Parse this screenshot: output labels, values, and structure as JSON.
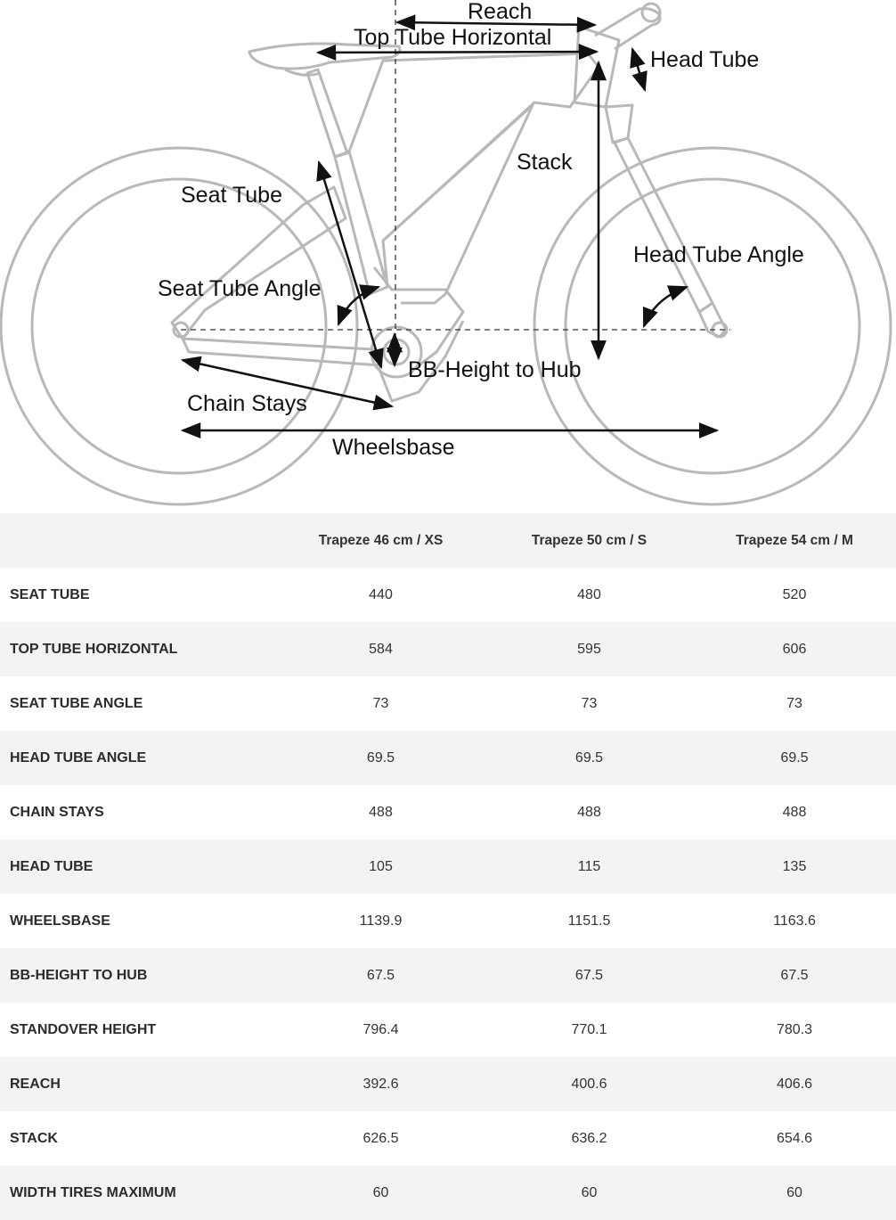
{
  "diagram": {
    "labels": {
      "reach": "Reach",
      "top_tube_horizontal": "Top Tube Horizontal",
      "head_tube": "Head Tube",
      "stack": "Stack",
      "seat_tube": "Seat Tube",
      "head_tube_angle": "Head Tube Angle",
      "seat_tube_angle": "Seat Tube Angle",
      "bb_height_to_hub": "BB-Height to Hub",
      "chain_stays": "Chain Stays",
      "wheelsbase": "Wheelsbase"
    },
    "colors": {
      "frame": "#b8b8b8",
      "arrow": "#111111"
    }
  },
  "table": {
    "columns": [
      "",
      "Trapeze 46 cm / XS",
      "Trapeze 50 cm / S",
      "Trapeze 54 cm / M"
    ],
    "rows": [
      {
        "label": "SEAT TUBE",
        "values": [
          "440",
          "480",
          "520"
        ]
      },
      {
        "label": "TOP TUBE HORIZONTAL",
        "values": [
          "584",
          "595",
          "606"
        ]
      },
      {
        "label": "SEAT TUBE ANGLE",
        "values": [
          "73",
          "73",
          "73"
        ]
      },
      {
        "label": "HEAD TUBE ANGLE",
        "values": [
          "69.5",
          "69.5",
          "69.5"
        ]
      },
      {
        "label": "CHAIN STAYS",
        "values": [
          "488",
          "488",
          "488"
        ]
      },
      {
        "label": "HEAD TUBE",
        "values": [
          "105",
          "115",
          "135"
        ]
      },
      {
        "label": "WHEELSBASE",
        "values": [
          "1139.9",
          "1151.5",
          "1163.6"
        ]
      },
      {
        "label": "BB-HEIGHT TO HUB",
        "values": [
          "67.5",
          "67.5",
          "67.5"
        ]
      },
      {
        "label": "STANDOVER HEIGHT",
        "values": [
          "796.4",
          "770.1",
          "780.3"
        ]
      },
      {
        "label": "REACH",
        "values": [
          "392.6",
          "400.6",
          "406.6"
        ]
      },
      {
        "label": "STACK",
        "values": [
          "626.5",
          "636.2",
          "654.6"
        ]
      },
      {
        "label": "WIDTH TIRES MAXIMUM",
        "values": [
          "60",
          "60",
          "60"
        ]
      }
    ]
  }
}
